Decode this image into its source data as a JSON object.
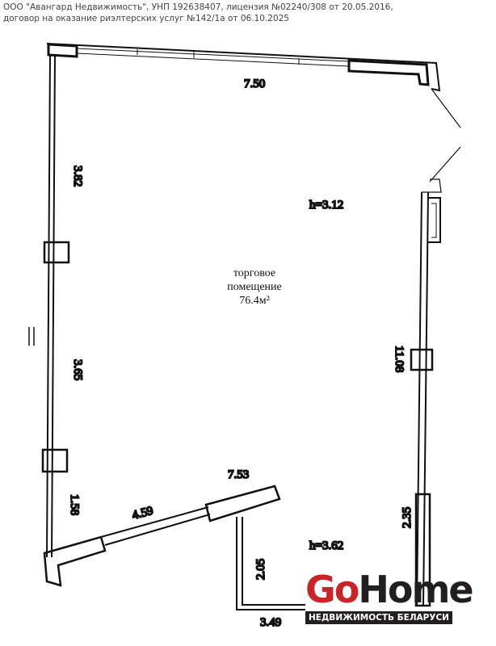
{
  "header": {
    "line1": "ООО \"Авангард Недвижимость\", УНП 192638407, лицензия №02240/308 от 20.05.2016,",
    "line2": "договор на оказание риэлтерских услуг №142/1а от 06.10.2025"
  },
  "plan": {
    "room_name_line1": "торговое",
    "room_name_line2": "помещение",
    "room_area": "76.4м²",
    "heights": [
      "h=3.12",
      "h=3.62"
    ],
    "dimensions": {
      "top": "7.50",
      "left_upper": "3.82",
      "left_middle": "3.65",
      "left_lower": "1.58",
      "right": "11.08",
      "bottom_right": "2.35",
      "diagonal_total": "7.53",
      "diagonal_part": "4.59",
      "partition": "2.05",
      "bottom": "3.49"
    },
    "section_mark": "II"
  },
  "logo": {
    "go": "Go",
    "home": "Home",
    "tagline": "НЕДВИЖИМОСТЬ БЕЛАРУСИ"
  }
}
